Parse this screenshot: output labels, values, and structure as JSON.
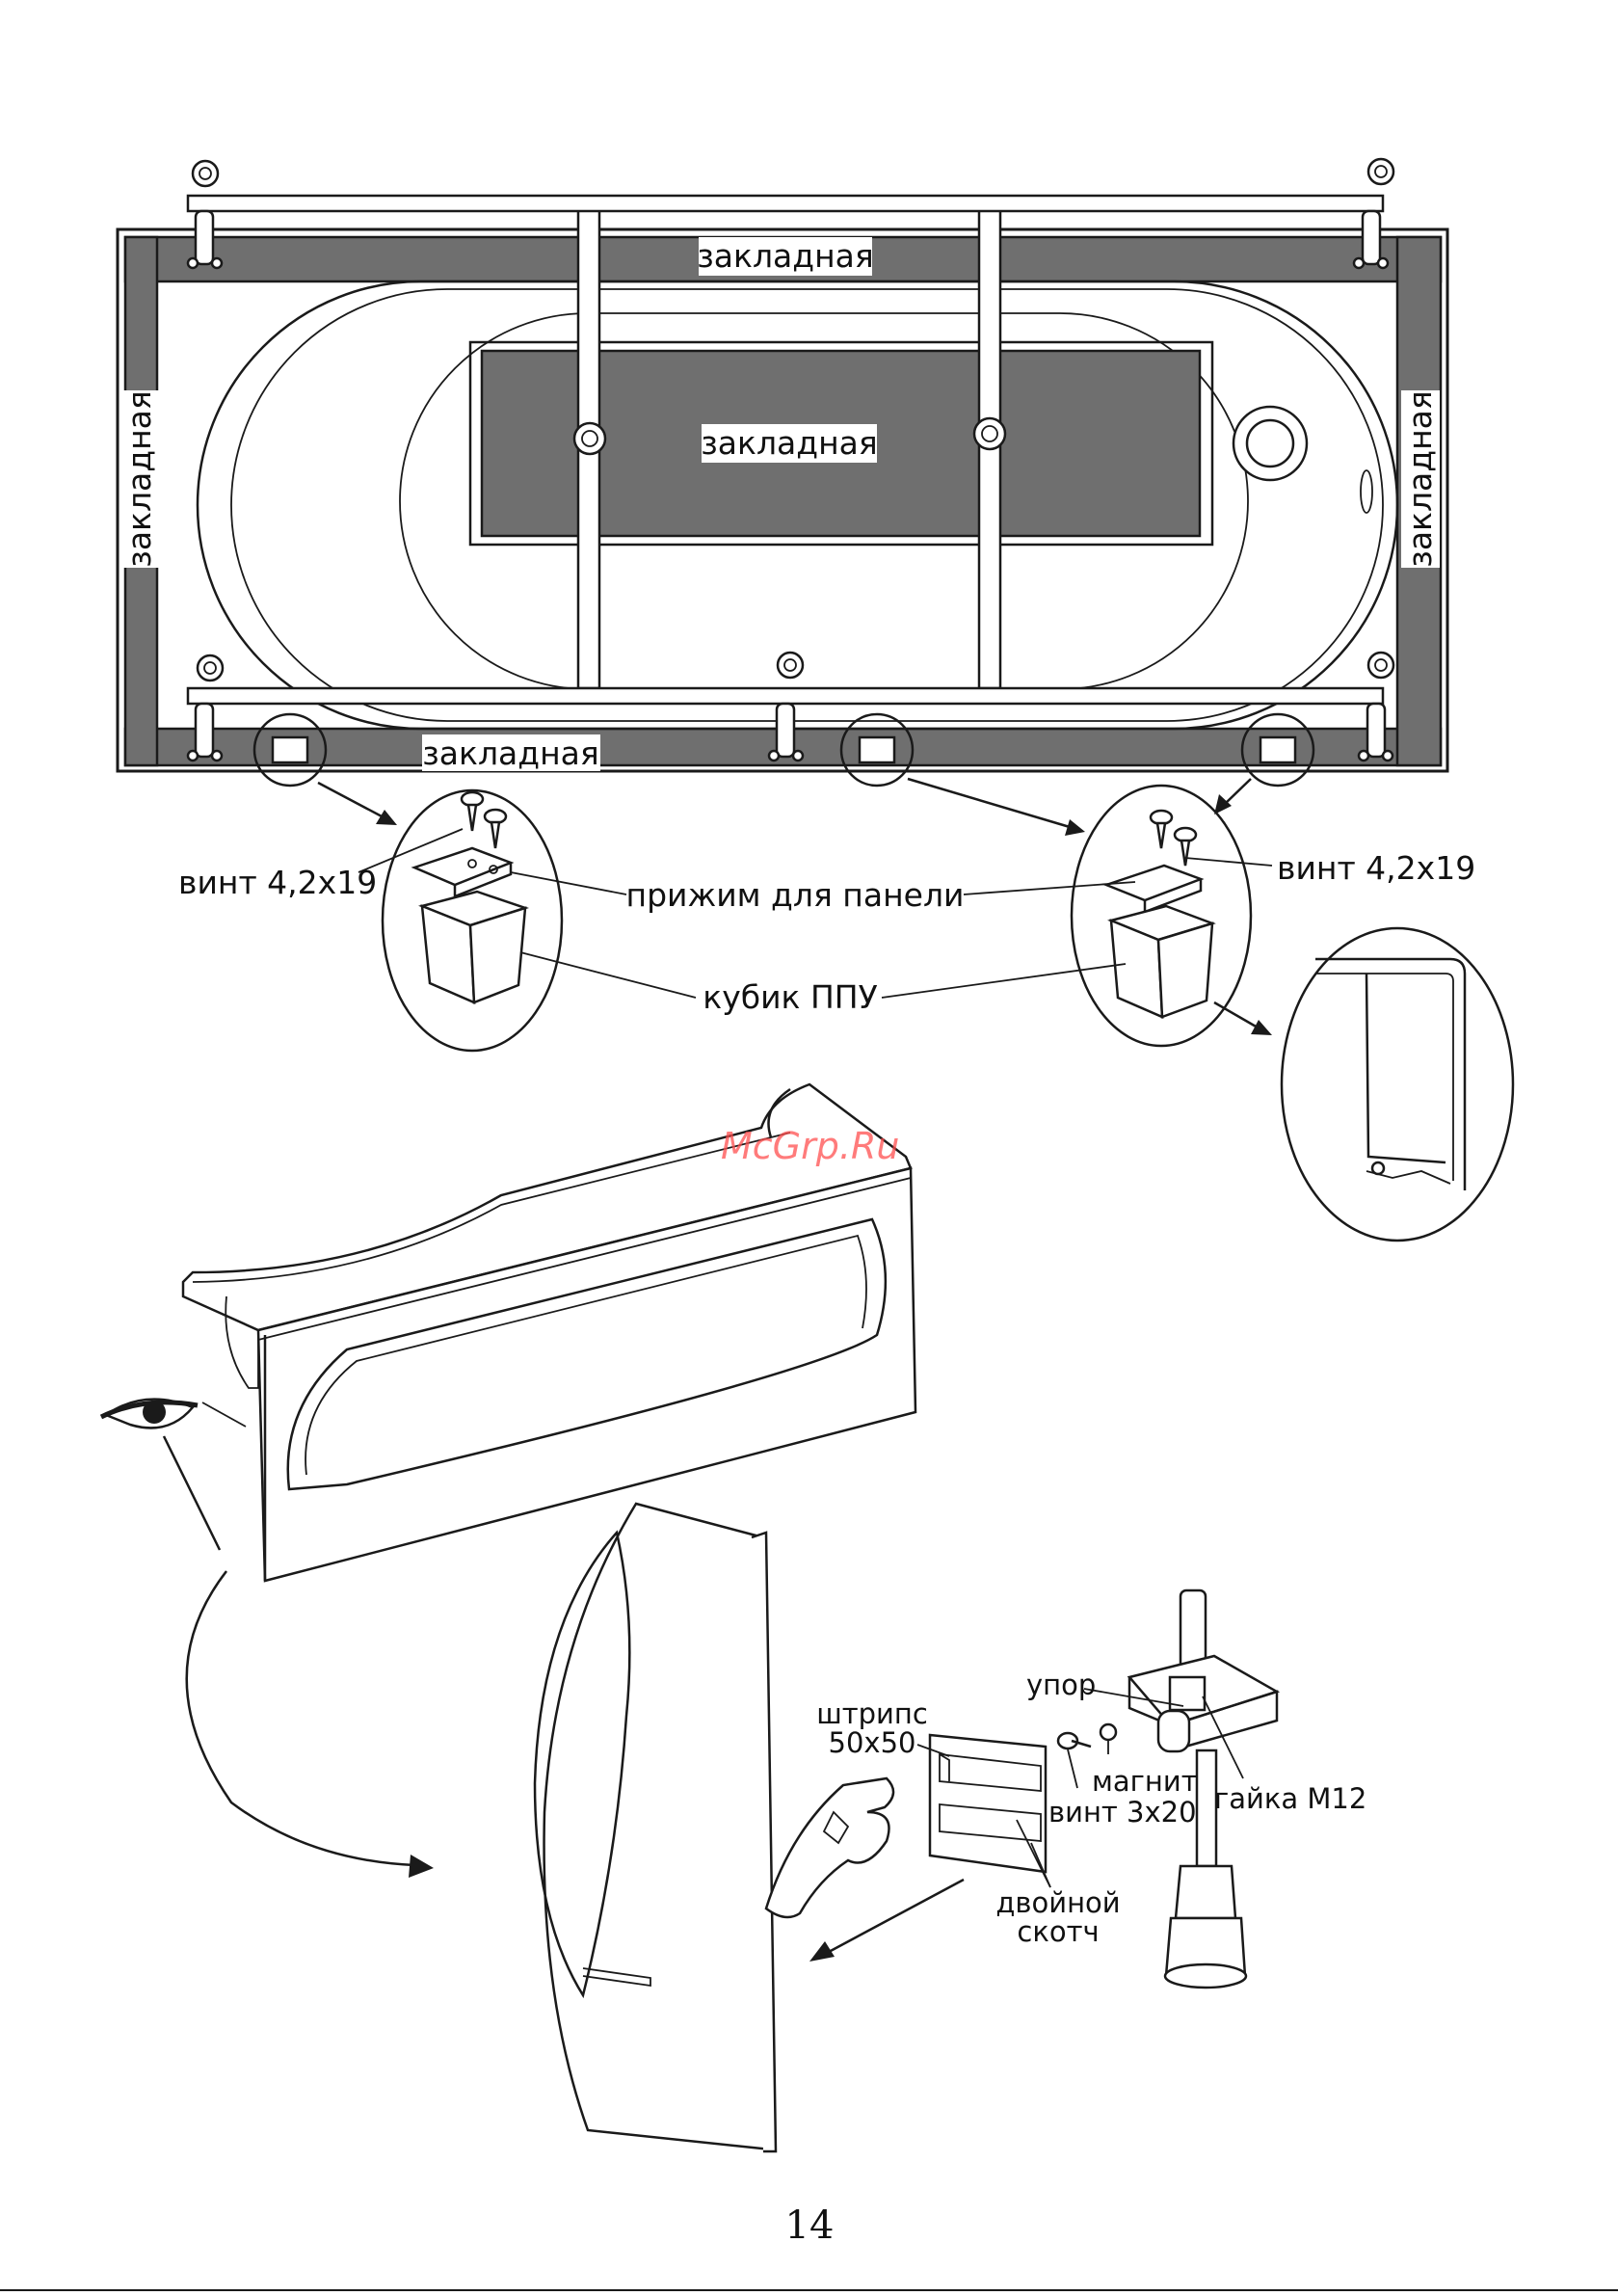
{
  "labels": {
    "insert_top": "закладная",
    "insert_center": "закладная",
    "insert_left": "закладная",
    "insert_right": "закладная",
    "insert_bottom": "закладная",
    "screw_left": "винт 4,2x19",
    "screw_right": "винт 4,2x19",
    "panel_clamp": "прижим для панели",
    "ppu_cube": "кубик ППУ",
    "stop": "упор",
    "strips_line1": "штрипс",
    "strips_line2": "50x50",
    "magnet": "магнит",
    "screw_3x20": "винт 3x20",
    "nut_m12": "гайка М12",
    "double_tape_line1": "двойной",
    "double_tape_line2": "скотч"
  },
  "watermark": "McGrp.Ru",
  "page_number": "14",
  "colors": {
    "insert_fill": "#6f6f6f",
    "line": "#1a1a1a",
    "watermark": "#ff4f4f"
  }
}
